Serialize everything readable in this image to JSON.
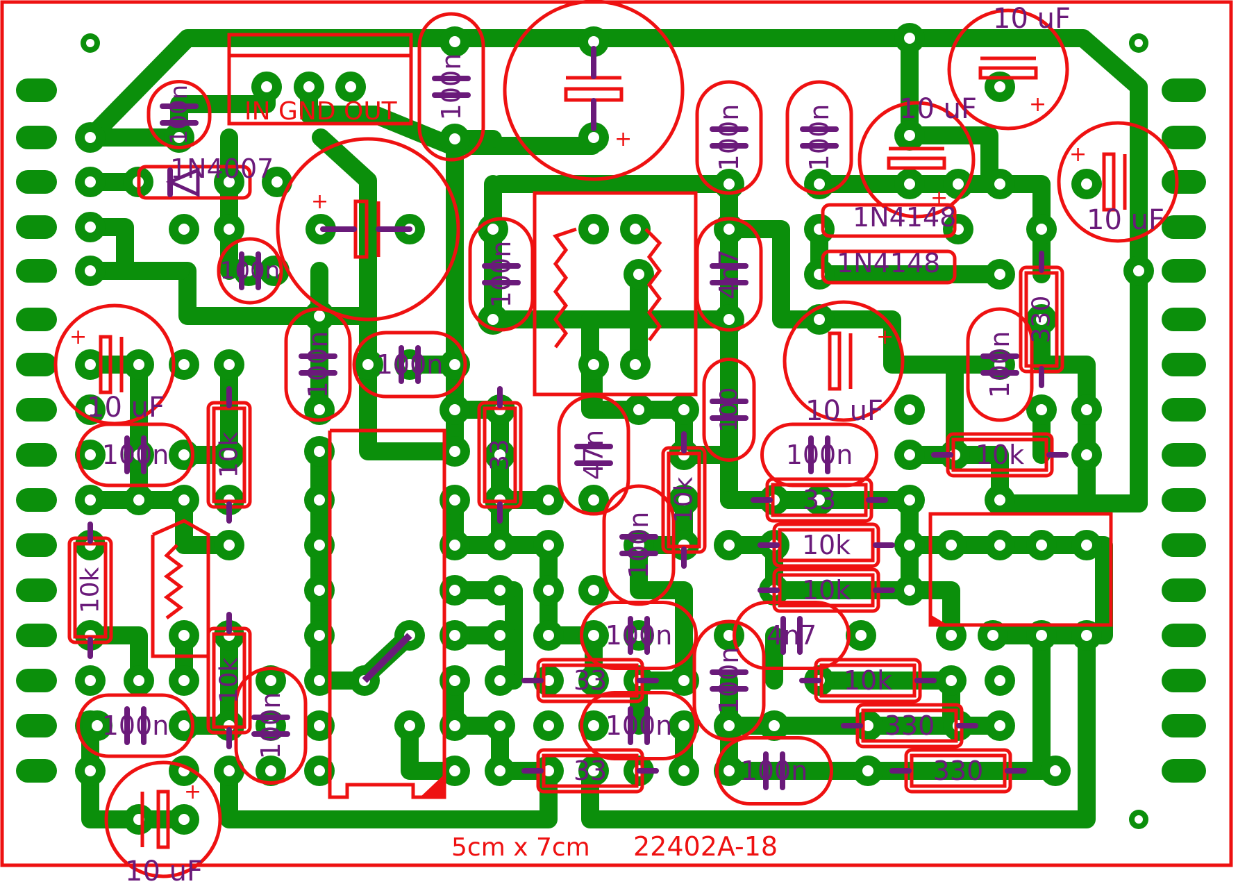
{
  "colors": {
    "background": "#ffffff",
    "copper": "#0b8f0b",
    "outline": "#ee1111",
    "silkscreen": "#6a1a7a"
  },
  "footer": {
    "size": "5cm x 7cm",
    "part_number": "22402A-18"
  },
  "regulator": {
    "pins_label": "IN GND OUT"
  },
  "labels": {
    "c_100n": "100n",
    "c_10u": "10 uF",
    "c_4n7": "4n7",
    "c_47n": "47n",
    "r_10k": "10k",
    "r_33": "33",
    "r_330": "330",
    "r_100": "100",
    "d_1n4007": "1N4007",
    "d_1n4148": "1N4148",
    "plus": "+"
  }
}
